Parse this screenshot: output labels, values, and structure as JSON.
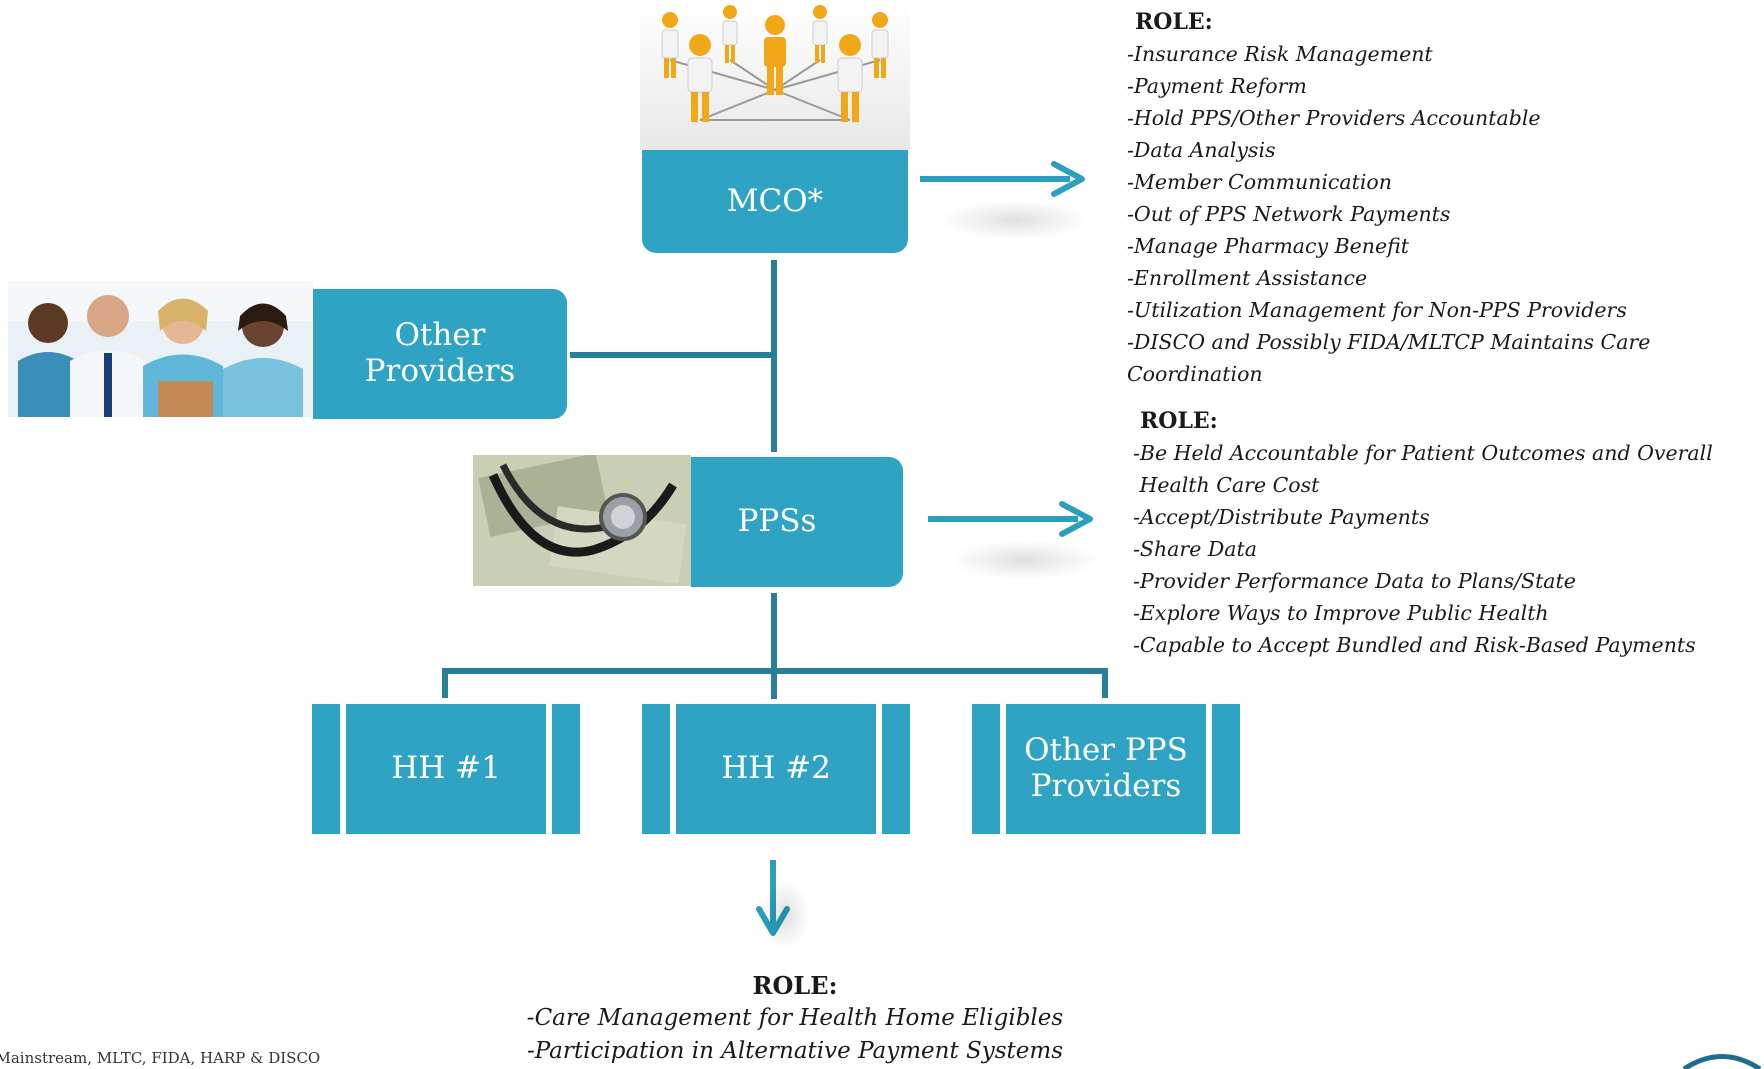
{
  "nodes": {
    "mco": "MCO*",
    "other_providers_line1": "Other",
    "other_providers_line2": "Providers",
    "ppss": "PPSs",
    "hh1": "HH #1",
    "hh2": "HH #2",
    "other_pps_line1": "Other PPS",
    "other_pps_line2": "Providers"
  },
  "mco_role": {
    "title": "ROLE:",
    "items": [
      "-Insurance Risk Management",
      "-Payment Reform",
      "-Hold PPS/Other Providers Accountable",
      "-Data Analysis",
      "-Member Communication",
      "-Out of PPS Network Payments",
      "-Manage Pharmacy Benefit",
      "-Enrollment Assistance",
      "-Utilization Management for Non-PPS Providers",
      "-DISCO and Possibly FIDA/MLTCP Maintains Care",
      "Coordination"
    ]
  },
  "pps_role": {
    "title": "ROLE:",
    "items": [
      "-Be Held Accountable for Patient Outcomes and Overall",
      " Health Care Cost",
      "-Accept/Distribute Payments",
      "-Share Data",
      "-Provider Performance Data to Plans/State",
      "-Explore Ways to Improve Public Health",
      "-Capable to Accept Bundled and Risk-Based Payments"
    ]
  },
  "hh_role": {
    "title": "ROLE:",
    "items": [
      "-Care Management for Health Home Eligibles",
      "-Participation in Alternative Payment Systems"
    ]
  },
  "footnote": "*Mainstream, MLTC, FIDA, HARP & DISCO",
  "colors": {
    "box": "#2ea3c3",
    "connector": "#2a7f98",
    "arrow": "#2a9fbe"
  }
}
